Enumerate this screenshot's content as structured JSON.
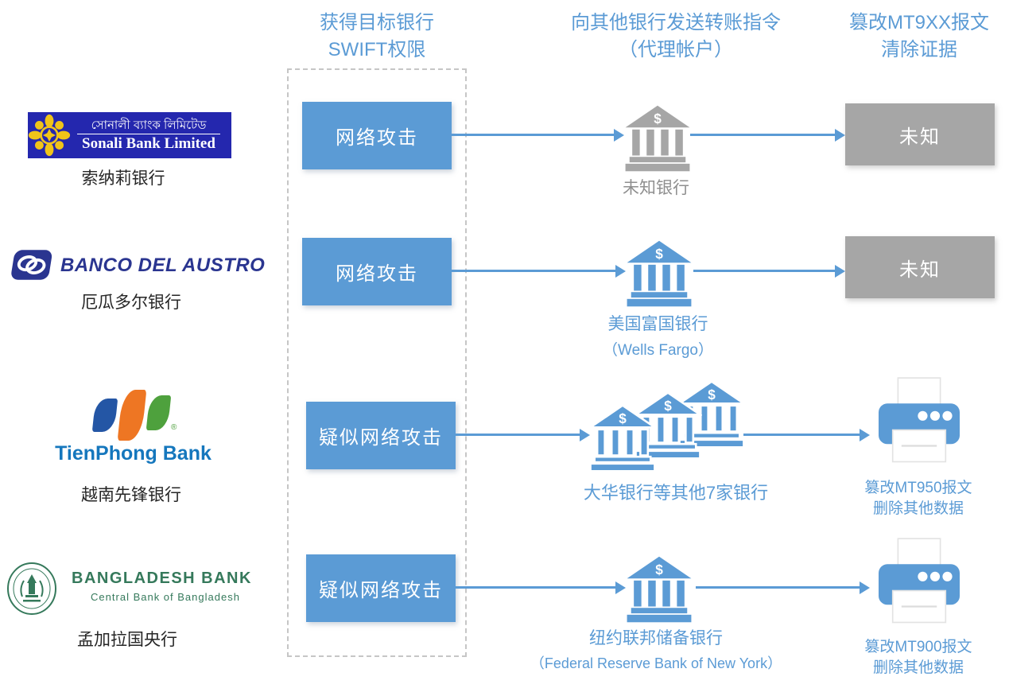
{
  "colors": {
    "accent_blue": "#5B9BD5",
    "gray_box": "#A6A6A6",
    "gray_text": "#8F8F8F",
    "sonali_blue": "#2427AE",
    "sonali_yellow": "#F0C419",
    "austro_navy": "#2A3590",
    "tpb_blue": "#2456A5",
    "tpb_orange": "#EE7623",
    "tpb_green": "#4EA13D",
    "tpb_text_blue": "#1577BD",
    "bangladesh_green": "#35795B"
  },
  "headers": [
    {
      "line1": "获得目标银行",
      "line2": "SWIFT权限"
    },
    {
      "line1": "向其他银行发送转账指令",
      "line2": "（代理帐户）"
    },
    {
      "line1": "篡改MT9XX报文",
      "line2": "清除证据"
    }
  ],
  "rows": [
    {
      "source": {
        "name_cn": "索纳莉银行",
        "logo_text_bn": "সোনালী ব্যাংক লিমিটেড",
        "logo_text_en": "Sonali Bank Limited"
      },
      "attack": "网络攻击",
      "target": {
        "line1": "未知银行"
      },
      "evidence": {
        "label": "未知"
      }
    },
    {
      "source": {
        "name_cn": "厄瓜多尔银行",
        "logo_text_en": "BANCO DEL AUSTRO"
      },
      "attack": "网络攻击",
      "target": {
        "line1": "美国富国银行",
        "line2": "（Wells Fargo）"
      },
      "evidence": {
        "label": "未知"
      }
    },
    {
      "source": {
        "name_cn": "越南先锋银行",
        "logo_text_en": "TienPhong Bank",
        "logo_reg": "®"
      },
      "attack": "疑似网络攻击",
      "target": {
        "line1": "大华银行等其他7家银行"
      },
      "evidence": {
        "line1": "篡改MT950报文",
        "line2": "删除其他数据"
      }
    },
    {
      "source": {
        "name_cn": "孟加拉国央行",
        "logo_text_en": "BANGLADESH BANK",
        "logo_sub_en": "Central Bank of Bangladesh"
      },
      "attack": "疑似网络攻击",
      "target": {
        "line1": "纽约联邦储备银行",
        "line2": "（Federal Reserve Bank of New York）"
      },
      "evidence": {
        "line1": "篡改MT900报文",
        "line2": "删除其他数据"
      }
    }
  ],
  "icons": {
    "bank_dollar": "$"
  }
}
